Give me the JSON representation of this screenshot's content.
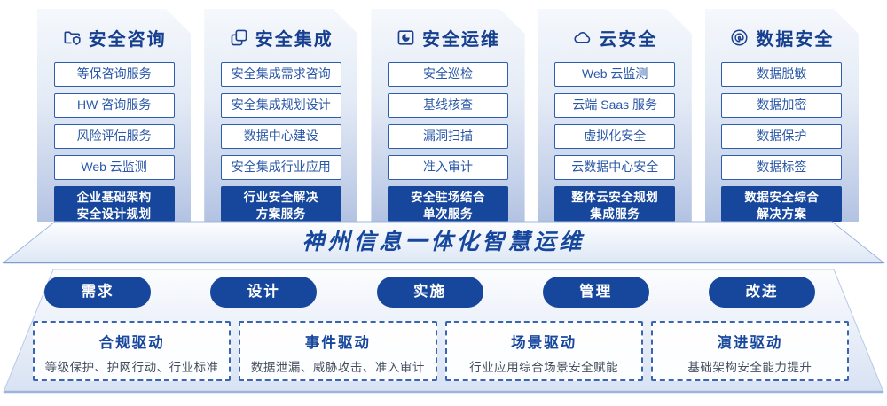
{
  "banner": {
    "title": "神州信息一体化智慧运维"
  },
  "colors": {
    "primary": "#17479d",
    "item_border": "#2e5dad",
    "item_text": "#2a58a8",
    "header_text": "#173f8f",
    "footer_bg": "#17479d",
    "pill_bg": "#17479d",
    "driver_border": "#3a66b0"
  },
  "columns": [
    {
      "title": "安全咨询",
      "icon": "folder-shield-icon",
      "items": [
        "等保咨询服务",
        "HW 咨询服务",
        "风险评估服务",
        "Web 云监测"
      ],
      "footer": "企业基础架构\n安全设计规划"
    },
    {
      "title": "安全集成",
      "icon": "documents-icon",
      "items": [
        "安全集成需求咨询",
        "安全集成规划设计",
        "数据中心建设",
        "安全集成行业应用"
      ],
      "footer": "行业安全解决\n方案服务"
    },
    {
      "title": "安全运维",
      "icon": "pie-folder-icon",
      "items": [
        "安全巡检",
        "基线核查",
        "漏洞扫描",
        "准入审计"
      ],
      "footer": "安全驻场结合\n单次服务"
    },
    {
      "title": "云安全",
      "icon": "cloud-icon",
      "items": [
        "Web 云监测",
        "云端 Saas 服务",
        "虚拟化安全",
        "云数据中心安全"
      ],
      "footer": "整体云安全规划\n集成服务"
    },
    {
      "title": "数据安全",
      "icon": "fingerprint-icon",
      "items": [
        "数据脱敏",
        "数据加密",
        "数据保护",
        "数据标签"
      ],
      "footer": "数据安全综合\n解决方案"
    }
  ],
  "phases": [
    "需求",
    "设计",
    "实施",
    "管理",
    "改进"
  ],
  "drivers": [
    {
      "title": "合规驱动",
      "desc": "等级保护、护网行动、行业标准"
    },
    {
      "title": "事件驱动",
      "desc": "数据泄漏、威胁攻击、准入审计"
    },
    {
      "title": "场景驱动",
      "desc": "行业应用综合场景安全赋能"
    },
    {
      "title": "演进驱动",
      "desc": "基础架构安全能力提升"
    }
  ]
}
